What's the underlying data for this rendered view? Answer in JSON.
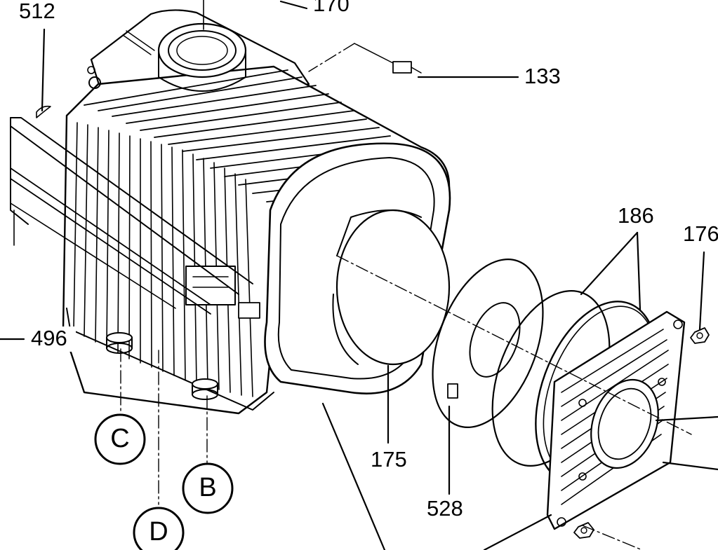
{
  "diagram": {
    "part_labels": {
      "p512": "512",
      "p170": "170",
      "p133": "133",
      "p186": "186",
      "p176": "176",
      "p496": "496",
      "p175": "175",
      "p528": "528"
    },
    "connection_labels": {
      "c": "C",
      "b": "B",
      "d": "D"
    }
  }
}
